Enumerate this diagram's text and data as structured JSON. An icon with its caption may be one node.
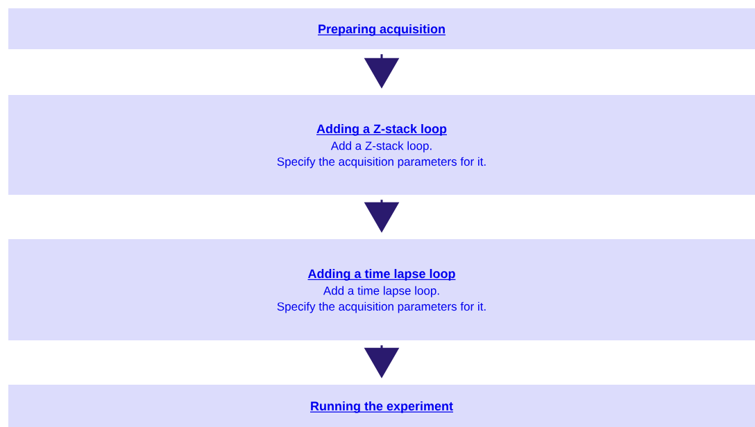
{
  "diagram": {
    "nodes": [
      {
        "text": [
          "Preparing acquisition"
        ]
      },
      {
        "text": [
          "Adding a Z-stack loop",
          "Add a Z-stack loop.",
          "Specify the acquisition parameters for it."
        ]
      },
      {
        "text": [
          "Adding a time lapse loop",
          "Add a time lapse loop.",
          "Specify the acquisition parameters for it."
        ]
      },
      {
        "text": [
          "Running the experiment"
        ]
      }
    ],
    "edges": [
      {
        "from": 0,
        "to": 1,
        "arrow": "to"
      },
      {
        "from": 1,
        "to": 2,
        "arrow": "to"
      },
      {
        "from": 2,
        "to": 3,
        "arrow": "to"
      }
    ]
  }
}
